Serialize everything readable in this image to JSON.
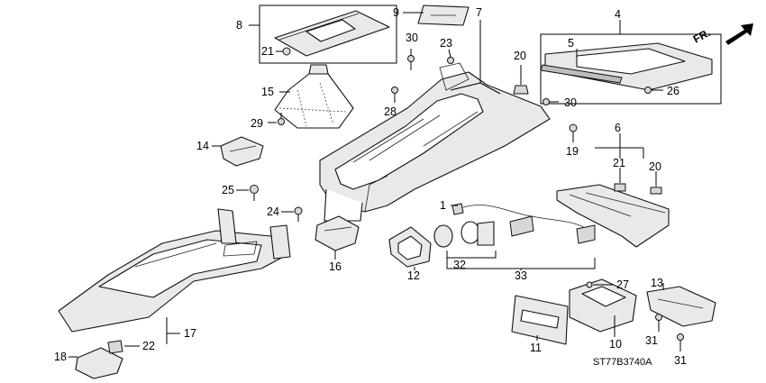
{
  "diagram_code": "ST77B3740A",
  "direction_label": "FR.",
  "callouts": {
    "c1": "1",
    "c4": "4",
    "c5": "5",
    "c6": "6",
    "c7": "7",
    "c8": "8",
    "c9": "9",
    "c10": "10",
    "c11": "11",
    "c12": "12",
    "c13": "13",
    "c14": "14",
    "c15": "15",
    "c16": "16",
    "c17": "17",
    "c18": "18",
    "c19": "19",
    "c20a": "20",
    "c20b": "20",
    "c21a": "21",
    "c21b": "21",
    "c22": "22",
    "c23": "23",
    "c24": "24",
    "c25": "25",
    "c26": "26",
    "c27": "27",
    "c28": "28",
    "c29": "29",
    "c30a": "30",
    "c30b": "30",
    "c31a": "31",
    "c31b": "31",
    "c32": "32",
    "c33": "33"
  },
  "icons": {
    "direction": "front-direction-arrow-icon",
    "fastener": "clip-icon",
    "screw": "screw-icon"
  },
  "colors": {
    "line": "#000000",
    "background": "#ffffff",
    "part_fill": "#e9e9e9"
  }
}
